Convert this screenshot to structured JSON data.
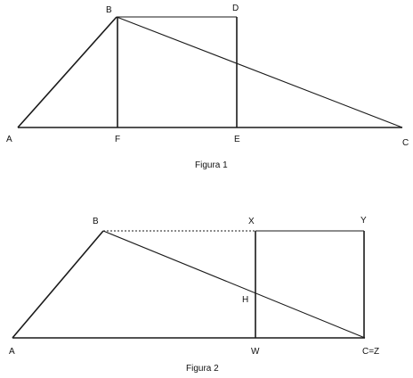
{
  "figure1": {
    "caption": "Figura 1",
    "labels": {
      "A": "A",
      "B": "B",
      "C": "C",
      "D": "D",
      "E": "E",
      "F": "F"
    }
  },
  "figure2": {
    "caption": "Figura 2",
    "labels": {
      "A": "A",
      "B": "B",
      "X": "X",
      "Y": "Y",
      "H": "H",
      "W": "W",
      "CZ": "C=Z"
    }
  },
  "colors": {
    "stroke": "#1a1a1a",
    "background": "#ffffff"
  }
}
